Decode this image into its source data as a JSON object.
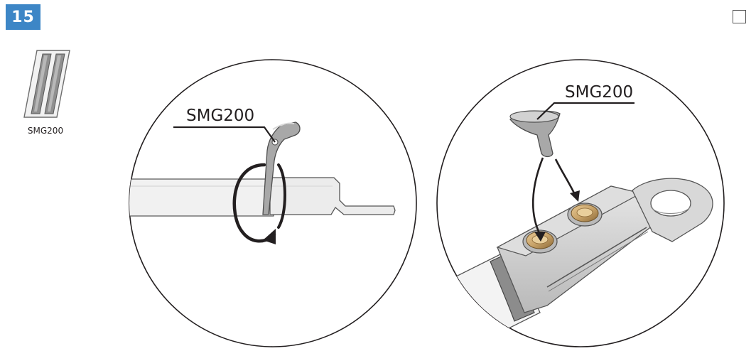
{
  "step": {
    "number": "15"
  },
  "tool": {
    "label": "SMG200"
  },
  "left_detail": {
    "callout_label": "SMG200"
  },
  "right_detail": {
    "callout_label": "SMG200"
  },
  "colors": {
    "step_badge": "#3d86c6",
    "grease_tube": "#a8a8a8",
    "bushing": "#c9a46a"
  }
}
